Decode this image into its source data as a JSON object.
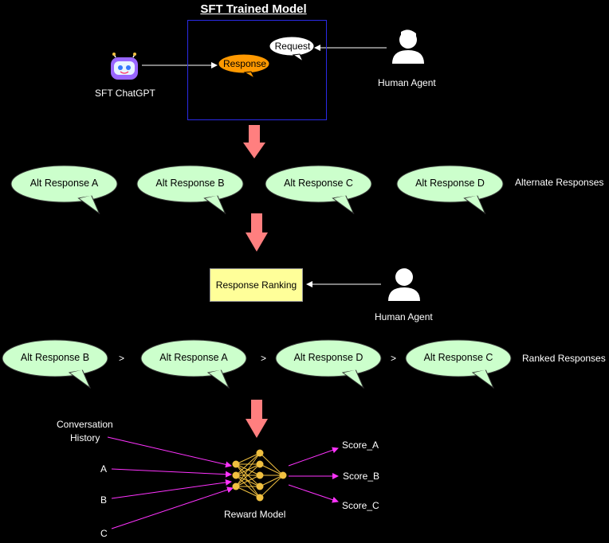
{
  "title": "SFT Trained Model",
  "top": {
    "request": "Request",
    "response": "Response",
    "sft_chatgpt": "SFT ChatGPT",
    "human_agent": "Human Agent"
  },
  "alternates": {
    "items": [
      "Alt Response A",
      "Alt Response B",
      "Alt Response C",
      "Alt Response D"
    ],
    "caption": "Alternate Responses"
  },
  "ranking": {
    "box": "Response Ranking",
    "human_agent": "Human Agent"
  },
  "ranked": {
    "items": [
      "Alt Response B",
      "Alt Response A",
      "Alt Response D",
      "Alt Response C"
    ],
    "separator": ">",
    "caption": "Ranked Responses"
  },
  "reward": {
    "history_line1": "Conversation",
    "history_line2": "History",
    "inputs": [
      "A",
      "B",
      "C"
    ],
    "model": "Reward Model",
    "scores": [
      "Score_A",
      "Score_B",
      "Score_C"
    ]
  },
  "colors": {
    "bubble_fill": "#ccffcc",
    "response_fill": "#ff9900",
    "rank_box_fill": "#ffff99",
    "down_arrow": "#ff7f7f",
    "wire": "#ff33ff",
    "node": "#f0c040"
  }
}
